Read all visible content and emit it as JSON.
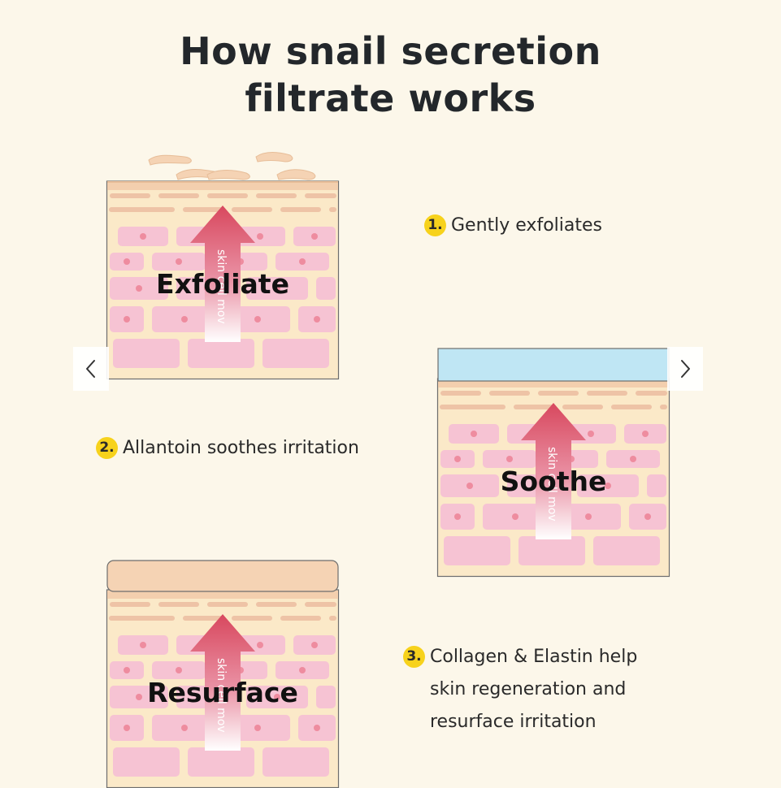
{
  "title": {
    "line1": "How snail secretion",
    "line2": "filtrate works"
  },
  "diagrams": [
    {
      "label": "Exfoliate",
      "arrow_text": "skin cell mov",
      "surface": "flakes"
    },
    {
      "label": "Soothe",
      "arrow_text": "skin cell mov",
      "surface": "blue-layer"
    },
    {
      "label": "Resurface",
      "arrow_text": "skin cell mov",
      "surface": "smooth-layer"
    }
  ],
  "steps": [
    {
      "number": "1.",
      "text": "Gently exfoliates"
    },
    {
      "number": "2.",
      "text": "Allantoin soothes irritation"
    },
    {
      "number": "3.",
      "text": "Collagen & Elastin help\nskin regeneration and\nresurface irritation"
    }
  ],
  "navigation": {
    "prev_icon": "chevron-left-icon",
    "next_icon": "chevron-right-icon"
  },
  "colors": {
    "background": "#fcf7ea",
    "skin_pink": "#f6c3d3",
    "arrow_red": "#d8485e",
    "badge_yellow": "#f7d21c",
    "soothe_blue": "#bfe6f4",
    "surface_peach": "#f5d3b4"
  }
}
